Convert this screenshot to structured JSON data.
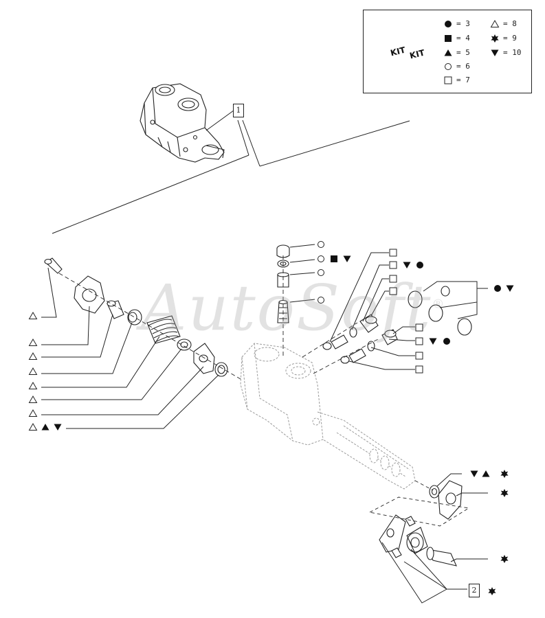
{
  "legend": {
    "kit_word": "KIT",
    "entries": [
      {
        "symbol": "filled-circle",
        "text": "= 3"
      },
      {
        "symbol": "filled-square",
        "text": "= 4"
      },
      {
        "symbol": "filled-triangle-up",
        "text": "= 5"
      },
      {
        "symbol": "open-circle",
        "text": "= 6"
      },
      {
        "symbol": "open-square",
        "text": "= 7"
      },
      {
        "symbol": "open-triangle-up",
        "text": "= 8"
      },
      {
        "symbol": "star",
        "text": "= 9"
      },
      {
        "symbol": "filled-triangle-down",
        "text": "= 10"
      }
    ]
  },
  "callouts": {
    "ref_1": "1",
    "ref_2": "2"
  },
  "watermark": {
    "text": "AutoSoft",
    "mark": "®"
  },
  "colors": {
    "ink": "#222222",
    "ghost": "#9a9a9a",
    "watermark": "#969696"
  }
}
